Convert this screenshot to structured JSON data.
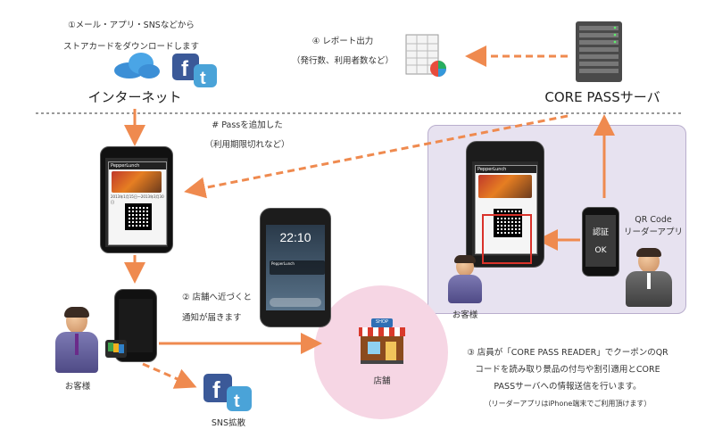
{
  "internet": {
    "step1_line1": "①メール・アプリ・SNSなどから",
    "step1_line2": "ストアカードをダウンロードします",
    "label": "インターネット"
  },
  "report": {
    "line1": "④ レポート出力",
    "line2": "（発行数、利用者数など）"
  },
  "server": {
    "label": "CORE PASSサーバ"
  },
  "pass_update": {
    "line1": "# Passを追加した",
    "line2": "（利用期限切れなど）"
  },
  "notify": {
    "line1": "② 店舗へ近づくと",
    "line2": "通知が届きます"
  },
  "phone_screen": {
    "time": "22:10",
    "card_title": "PepperLunch",
    "card_dates": "2013年1月15日〜2013年3月30日"
  },
  "reader": {
    "qr_label_line1": "QR Code",
    "qr_label_line2": "リーダーアプリ",
    "auth_label": "認証",
    "ok_label": "OK"
  },
  "customers": {
    "label_right": "お客様",
    "label_left": "お客様"
  },
  "shop": {
    "label": "店舗",
    "sign": "SHOP"
  },
  "sns": {
    "label": "SNS拡散"
  },
  "step3": {
    "line1": "③ 店員が「CORE PASS READER」でクーポンのQR",
    "line2": "コードを読み取り景品の付与や割引適用とCORE",
    "line3": "PASSサーバへの情報送信を行います。",
    "line4": "（リーダーアプリはiPhone端末でご利用頂けます）"
  },
  "colors": {
    "arrow": "#ef8a4f",
    "panel": "#e7e2f0",
    "circle": "#f6d6e4",
    "fb": "#3b5998",
    "tw": "#4aa3d8"
  }
}
